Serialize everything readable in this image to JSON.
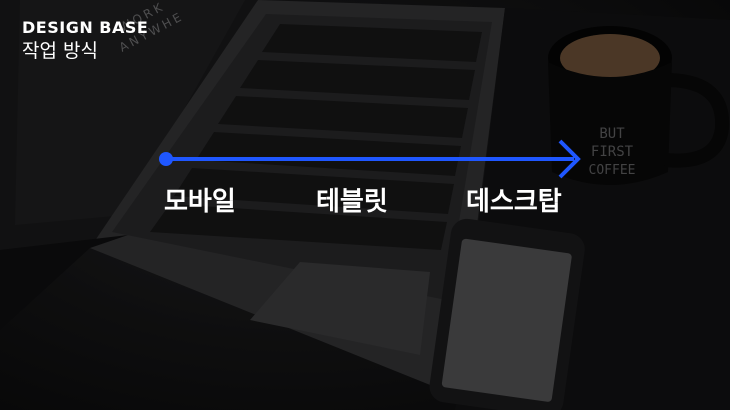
{
  "brand": {
    "name": "DESIGN BASE",
    "subtitle": "작업 방식"
  },
  "flow": {
    "accent_color": "#1f57ff",
    "stages": [
      "모바일",
      "테블릿",
      "데스크탑"
    ]
  },
  "background": {
    "laptop_caption_1": "WORK",
    "laptop_caption_2": "ANYWHE",
    "mug_text_1": "BUT",
    "mug_text_2": "FIRST",
    "mug_text_3": "COFFEE"
  }
}
